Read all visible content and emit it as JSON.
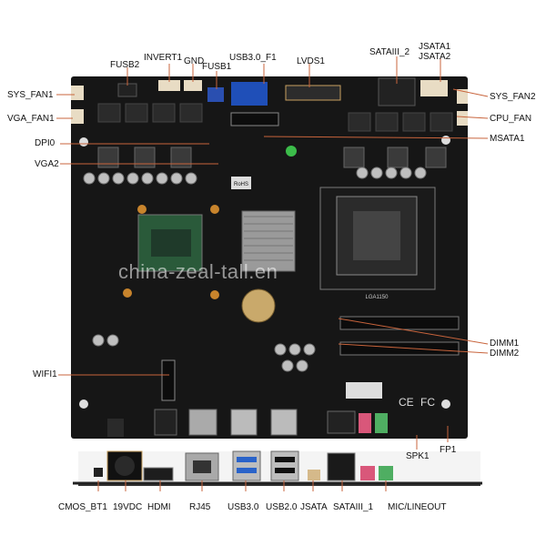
{
  "board_labels": {
    "fusb2": "FUSB2",
    "invert1": "INVERT1",
    "gnd": "GND",
    "fusb1": "FUSB1",
    "usb30_f1": "USB3.0_F1",
    "lvds1": "LVDS1",
    "sata3_2": "SATAIII_2",
    "jsata1": "JSATA1",
    "jsata2": "JSATA2",
    "sys_fan1": "SYS_FAN1",
    "vga_fan1": "VGA_FAN1",
    "dpi0": "DPI0",
    "vga2": "VGA2",
    "sys_fan2": "SYS_FAN2",
    "cpu_fan": "CPU_FAN",
    "msata1": "MSATA1",
    "wifi1": "WIFI1",
    "dimm1": "DIMM1",
    "dimm2": "DIMM2",
    "spk1": "SPK1",
    "fp1": "FP1"
  },
  "io_labels": {
    "cmos_bt1": "CMOS_BT1",
    "vdc19": "19VDC",
    "hdmi": "HDMI",
    "rj45": "RJ45",
    "usb30": "USB3.0",
    "usb20": "USB2.0",
    "jsata": "JSATA",
    "sata3_1": "SATAIII_1",
    "mic_lineout": "MIC/LINEOUT"
  },
  "silkscreen": {
    "rohs": "RoHS",
    "lga": "LGA1150",
    "ce": "CE",
    "fc": "FC"
  },
  "watermark": "china-zeal-tall.en",
  "colors": {
    "pcb": "#161616",
    "callout_line": "#c8643c",
    "audio_pink": "#d9577a",
    "audio_green": "#4fae62",
    "usb3_blue": "#2a63c9",
    "hdmi_port": "#1d1d1d"
  }
}
